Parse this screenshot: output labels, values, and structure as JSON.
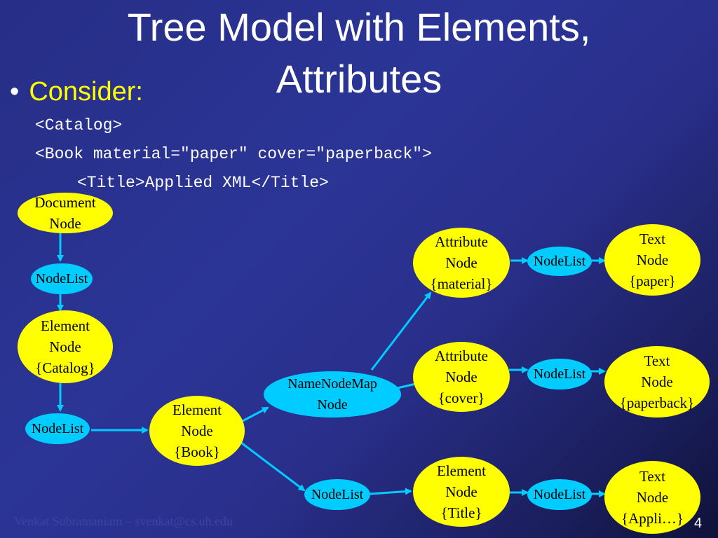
{
  "title": {
    "line1": "Tree Model with Elements,",
    "line2": "Attributes"
  },
  "bullet": {
    "label": "Consider:"
  },
  "code": {
    "line1": "<Catalog>",
    "line2": "<Book material=\"paper\" cover=\"paperback\">",
    "line3": "<Title>Applied XML</Title>"
  },
  "nodes": {
    "document": [
      "Document",
      "Node"
    ],
    "nodelist_top": [
      "NodeList"
    ],
    "element_catalog": [
      "Element",
      "Node",
      "{Catalog}"
    ],
    "nodelist_catalog": [
      "NodeList"
    ],
    "element_book": [
      "Element",
      "Node",
      "{Book}"
    ],
    "namednodemap": [
      "NameNodeMap",
      "Node"
    ],
    "nodelist_book": [
      "NodeList"
    ],
    "attr_material": [
      "Attribute",
      "Node",
      "{material}"
    ],
    "attr_cover": [
      "Attribute",
      "Node",
      "{cover}"
    ],
    "element_title": [
      "Element",
      "Node",
      "{Title}"
    ],
    "nodelist_material": [
      "NodeList"
    ],
    "nodelist_cover": [
      "NodeList"
    ],
    "nodelist_title": [
      "NodeList"
    ],
    "text_paper": [
      "Text",
      "Node",
      "{paper}"
    ],
    "text_paperback": [
      "Text",
      "Node",
      "{paperback}"
    ],
    "text_appli": [
      "Text",
      "Node",
      "{Appli…}"
    ]
  },
  "footer": {
    "author": "Venkat Subramaniam – svenkat@cs.uh.edu",
    "page": "4"
  },
  "colors": {
    "node_yellow": "#ffff00",
    "node_cyan": "#00ccff",
    "arrow": "#00ccff",
    "code_text": "#ffffff",
    "bullet_text": "#ffff00"
  }
}
